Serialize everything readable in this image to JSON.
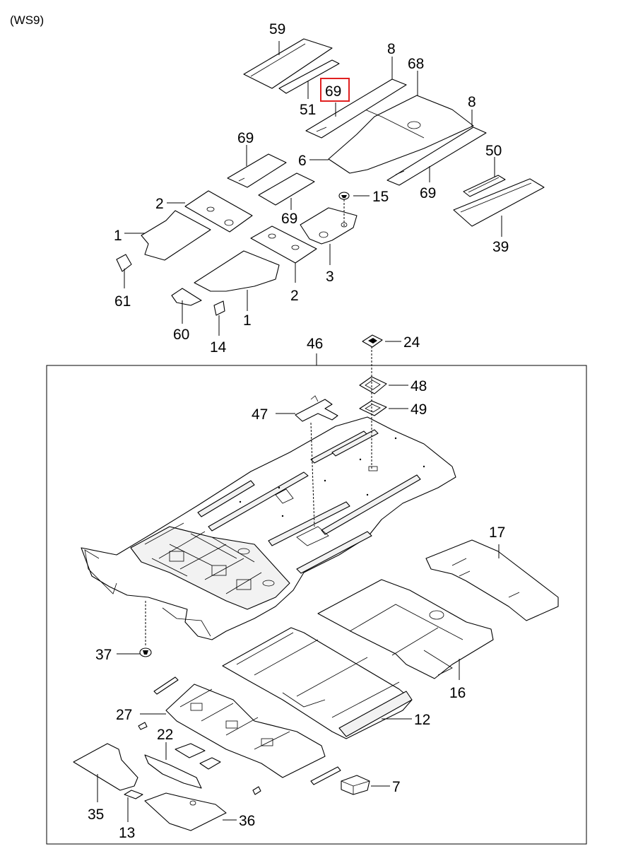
{
  "header": {
    "model_code": "(WS9)"
  },
  "highlight_color": "#e02020",
  "callouts": {
    "c59": "59",
    "c51": "51",
    "c69_highlight": "69",
    "c8_top": "8",
    "c68": "68",
    "c8_right": "8",
    "c69_a": "69",
    "c6": "6",
    "c50": "50",
    "c15": "15",
    "c69_b": "69",
    "c69_c": "69",
    "c2_a": "2",
    "c1_a": "1",
    "c39": "39",
    "c3": "3",
    "c2_b": "2",
    "c61": "61",
    "c1_b": "1",
    "c60": "60",
    "c14": "14",
    "c46": "46",
    "c24": "24",
    "c48": "48",
    "c49": "49",
    "c47": "47",
    "c17": "17",
    "c37": "37",
    "c16": "16",
    "c27": "27",
    "c12": "12",
    "c22": "22",
    "c7": "7",
    "c35": "35",
    "c13": "13",
    "c36": "36"
  }
}
